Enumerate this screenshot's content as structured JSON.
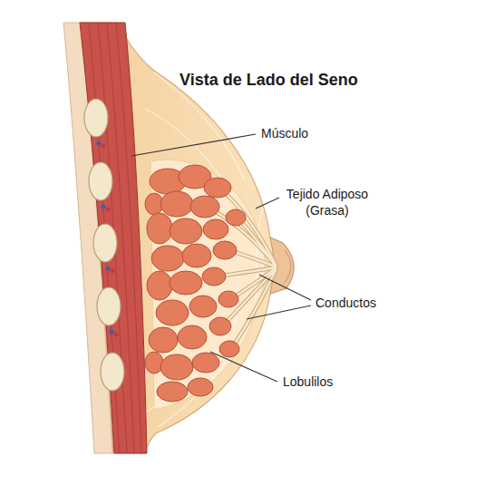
{
  "diagram": {
    "title": "Vista de Lado del Seno",
    "labels": [
      "Músculo",
      "Tejido Adiposo (Grasa)",
      "Conductos",
      "Lobulilos"
    ]
  }
}
